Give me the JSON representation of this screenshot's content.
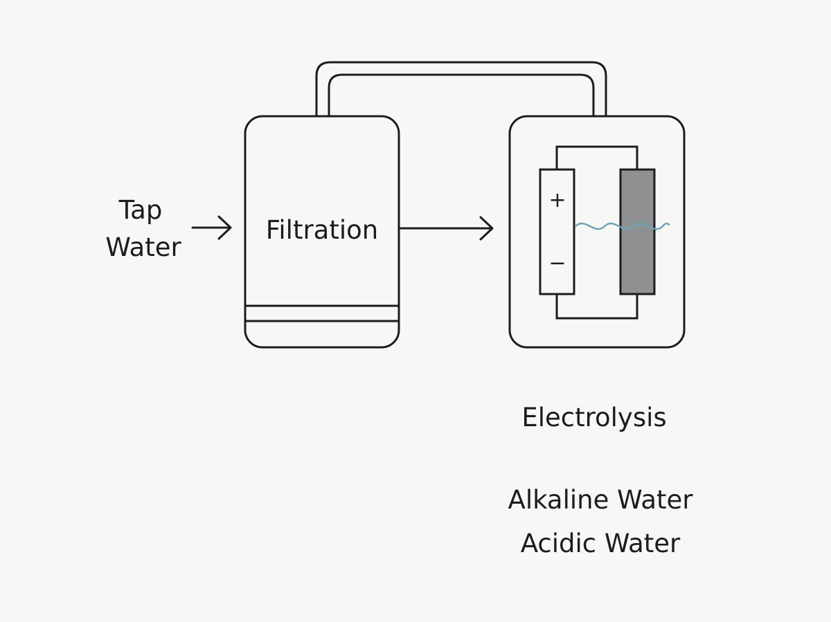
{
  "diagram": {
    "input": {
      "line1": "Tap",
      "line2": "Water"
    },
    "filter_label": "Filtration",
    "electrolysis": {
      "plus": "+",
      "minus": "−",
      "label": "Electrolysis"
    },
    "outputs": {
      "alkaline": "Alkaline Water",
      "acidic": "Acidic Water"
    },
    "colors": {
      "stroke": "#1c1c1c",
      "electrode_fill": "#8e9091",
      "water_wave": "#6fa3b5",
      "background": "#f7f7f5"
    }
  }
}
